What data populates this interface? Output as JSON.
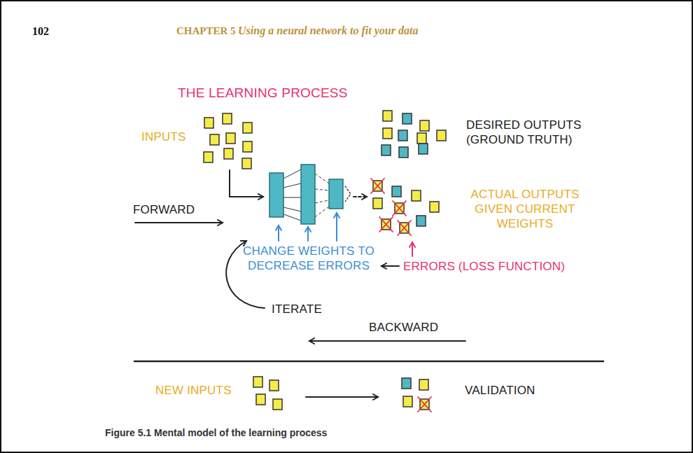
{
  "diagram": {
    "title": "THE LEARNING PROCESS",
    "caption": "Figure 5.1 Mental model of the learning process",
    "labels": [
      "102",
      "CHAPTER 5",
      "Using a neural network to fit your data",
      "INPUTS",
      "DESIRED OUTPUTS (GROUND TRUTH)",
      "FORWARD",
      "ACTUAL OUTPUTS GIVEN CURRENT WEIGHTS",
      "CHANGE WEIGHTS TO DECREASE ERRORS",
      "ERRORS (LOSS FUNCTION)",
      "ITERATE",
      "BACKWARD",
      "NEW INPUTS",
      "VALIDATION"
    ]
  }
}
